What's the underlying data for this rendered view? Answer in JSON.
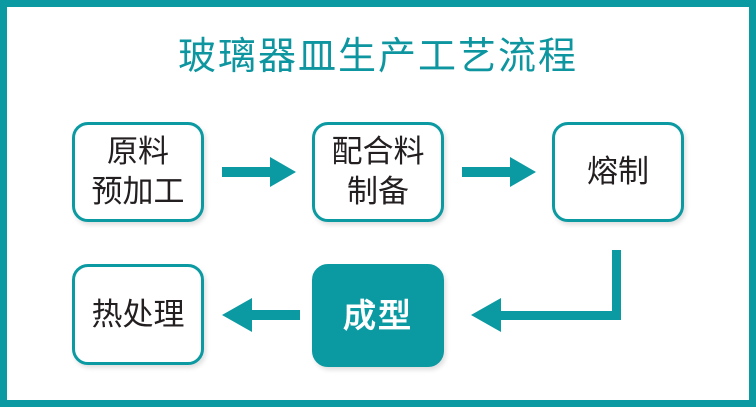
{
  "page": {
    "title": "玻璃器皿生产工艺流程",
    "background_color": "#ffffff",
    "accent_color": "#0b9aa2",
    "title_color": "#0e96a0",
    "text_color": "#231f20"
  },
  "frame": {
    "border_color": "#0b9aa2",
    "inner_gap_color": "#ffffff"
  },
  "diagram": {
    "type": "flowchart",
    "orientation": "serpentine-two-rows",
    "nodes": [
      {
        "id": "raw-material-pretreatment",
        "label": "原料\n预加工",
        "style": "outlined",
        "row": 1,
        "order": 1
      },
      {
        "id": "batch-preparation",
        "label": "配合料\n制备",
        "style": "outlined",
        "row": 1,
        "order": 2
      },
      {
        "id": "melting",
        "label": "熔制",
        "style": "outlined",
        "row": 1,
        "order": 3
      },
      {
        "id": "forming",
        "label": "成型",
        "style": "filled",
        "row": 2,
        "order": 4
      },
      {
        "id": "heat-treatment",
        "label": "热处理",
        "style": "outlined",
        "row": 2,
        "order": 5
      }
    ],
    "connectors": [
      {
        "id": "raw-to-batch",
        "from": "raw-material-pretreatment",
        "to": "batch-preparation",
        "shape": "straight",
        "direction": "right"
      },
      {
        "id": "batch-to-melt",
        "from": "batch-preparation",
        "to": "melting",
        "shape": "straight",
        "direction": "right"
      },
      {
        "id": "melt-to-forming",
        "from": "melting",
        "to": "forming",
        "shape": "elbow",
        "direction": "down-left"
      },
      {
        "id": "forming-to-heat",
        "from": "forming",
        "to": "heat-treatment",
        "shape": "straight",
        "direction": "left"
      }
    ]
  }
}
